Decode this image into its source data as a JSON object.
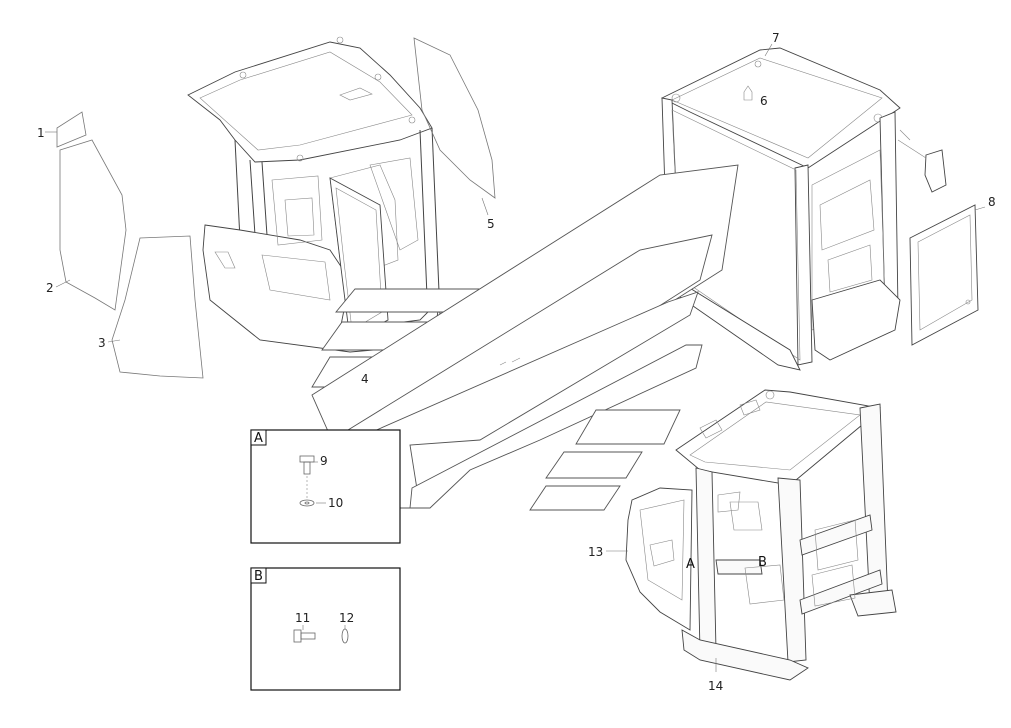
{
  "callouts": [
    {
      "num": "1"
    },
    {
      "num": "2"
    },
    {
      "num": "3"
    },
    {
      "num": "4"
    },
    {
      "num": "5"
    },
    {
      "num": "6"
    },
    {
      "num": "7"
    },
    {
      "num": "8"
    },
    {
      "num": "9"
    },
    {
      "num": "10"
    },
    {
      "num": "11"
    },
    {
      "num": "12"
    },
    {
      "num": "13"
    },
    {
      "num": "14"
    }
  ],
  "details": {
    "a": {
      "tag": "A"
    },
    "b": {
      "tag": "B"
    }
  },
  "frame_marks": {
    "a": "A",
    "b": "B"
  }
}
